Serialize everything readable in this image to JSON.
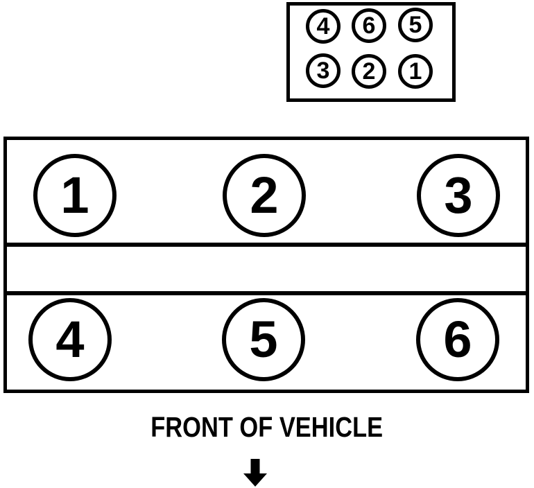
{
  "coil_pack": {
    "rows": [
      [
        "4",
        "6",
        "5"
      ],
      [
        "3",
        "2",
        "1"
      ]
    ]
  },
  "engine_block": {
    "front_bank": [
      "1",
      "2",
      "3"
    ],
    "rear_bank": [
      "4",
      "5",
      "6"
    ]
  },
  "caption": {
    "text": "FRONT OF VEHICLE"
  },
  "icons": {
    "arrow": "down-arrow"
  },
  "colors": {
    "ink": "#000000",
    "background": "#ffffff"
  }
}
